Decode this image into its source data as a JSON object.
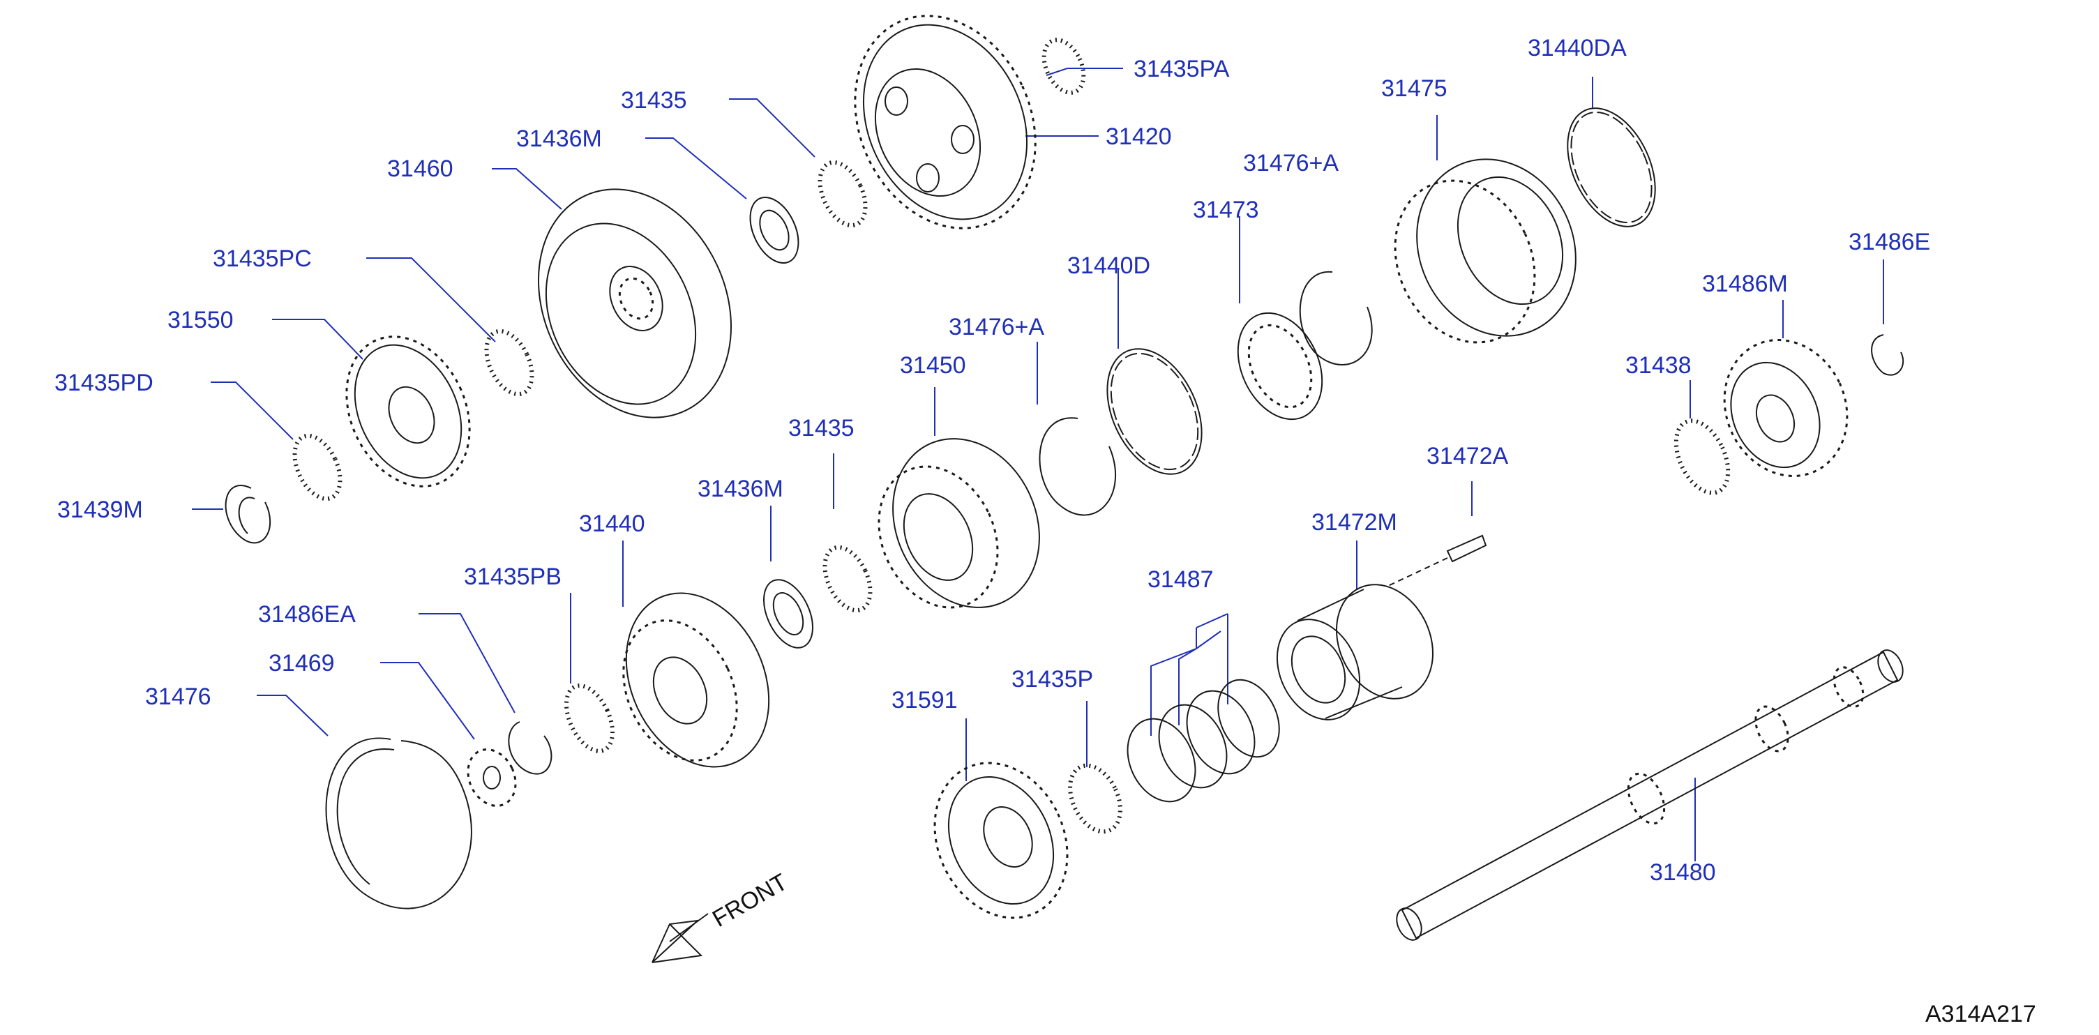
{
  "diagram": {
    "reference_code": "A314A217",
    "front_label": "FRONT",
    "callouts": {
      "c31435pa": "31435PA",
      "c31420": "31420",
      "c31435_top": "31435",
      "c31436m_top": "31436M",
      "c31460": "31460",
      "c31435pc": "31435PC",
      "c31550": "31550",
      "c31435pd": "31435PD",
      "c31439m": "31439M",
      "c31440": "31440",
      "c31435pb": "31435PB",
      "c31486ea": "31486EA",
      "c31469": "31469",
      "c31476": "31476",
      "c31436m_mid": "31436M",
      "c31435_mid": "31435",
      "c31450": "31450",
      "c31476a_left": "31476+A",
      "c31440d": "31440D",
      "c31473": "31473",
      "c31476a_right": "31476+A",
      "c31475": "31475",
      "c31440da": "31440DA",
      "c31486e": "31486E",
      "c31486m": "31486M",
      "c31438": "31438",
      "c31472a": "31472A",
      "c31472m": "31472M",
      "c31487": "31487",
      "c31435p": "31435P",
      "c31591": "31591",
      "c31480": "31480"
    }
  }
}
